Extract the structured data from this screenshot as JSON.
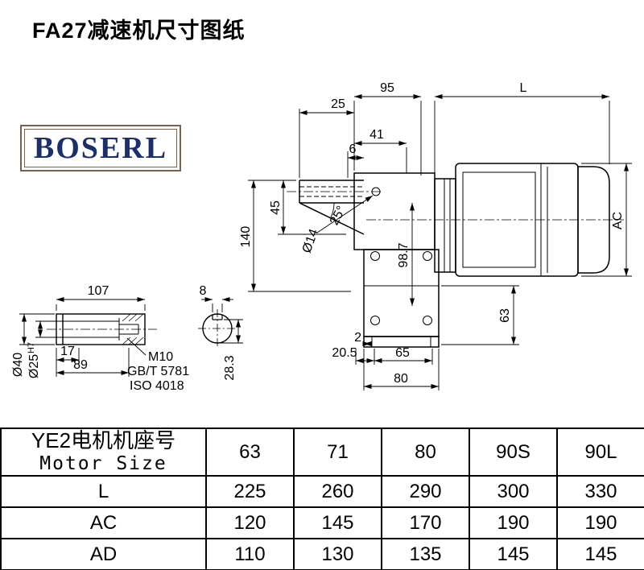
{
  "title": "FA27减速机尺寸图纸",
  "logo": {
    "text": "BOSERL"
  },
  "drawing": {
    "dims": {
      "d95": "95",
      "d25": "25",
      "dL": "L",
      "d41": "41",
      "d6": "6",
      "d45": "45",
      "d140": "140",
      "dia14": "Ø14",
      "angle": "25°",
      "d98_7": "98.7",
      "dAC": "AC",
      "d63": "63",
      "d2": "2",
      "d20_5": "20.5",
      "d65": "65",
      "d80": "80",
      "d107": "107",
      "d17": "17",
      "d89": "89",
      "m10": "M10",
      "gbt": "GB/T 5781",
      "iso": "ISO 4018",
      "dia40": "Ø40",
      "dia25": "Ø25",
      "dia25_tol": "H7",
      "d8": "8",
      "d28_3": "28.3"
    }
  },
  "table": {
    "header_cn": "YE2电机机座号",
    "header_en": "Motor Size",
    "sizes": [
      "63",
      "71",
      "80",
      "90S",
      "90L"
    ],
    "rows": [
      {
        "label": "L",
        "values": [
          "225",
          "260",
          "290",
          "300",
          "330"
        ]
      },
      {
        "label": "AC",
        "values": [
          "120",
          "145",
          "170",
          "190",
          "190"
        ]
      },
      {
        "label": "AD",
        "values": [
          "110",
          "130",
          "135",
          "145",
          "145"
        ]
      }
    ]
  }
}
